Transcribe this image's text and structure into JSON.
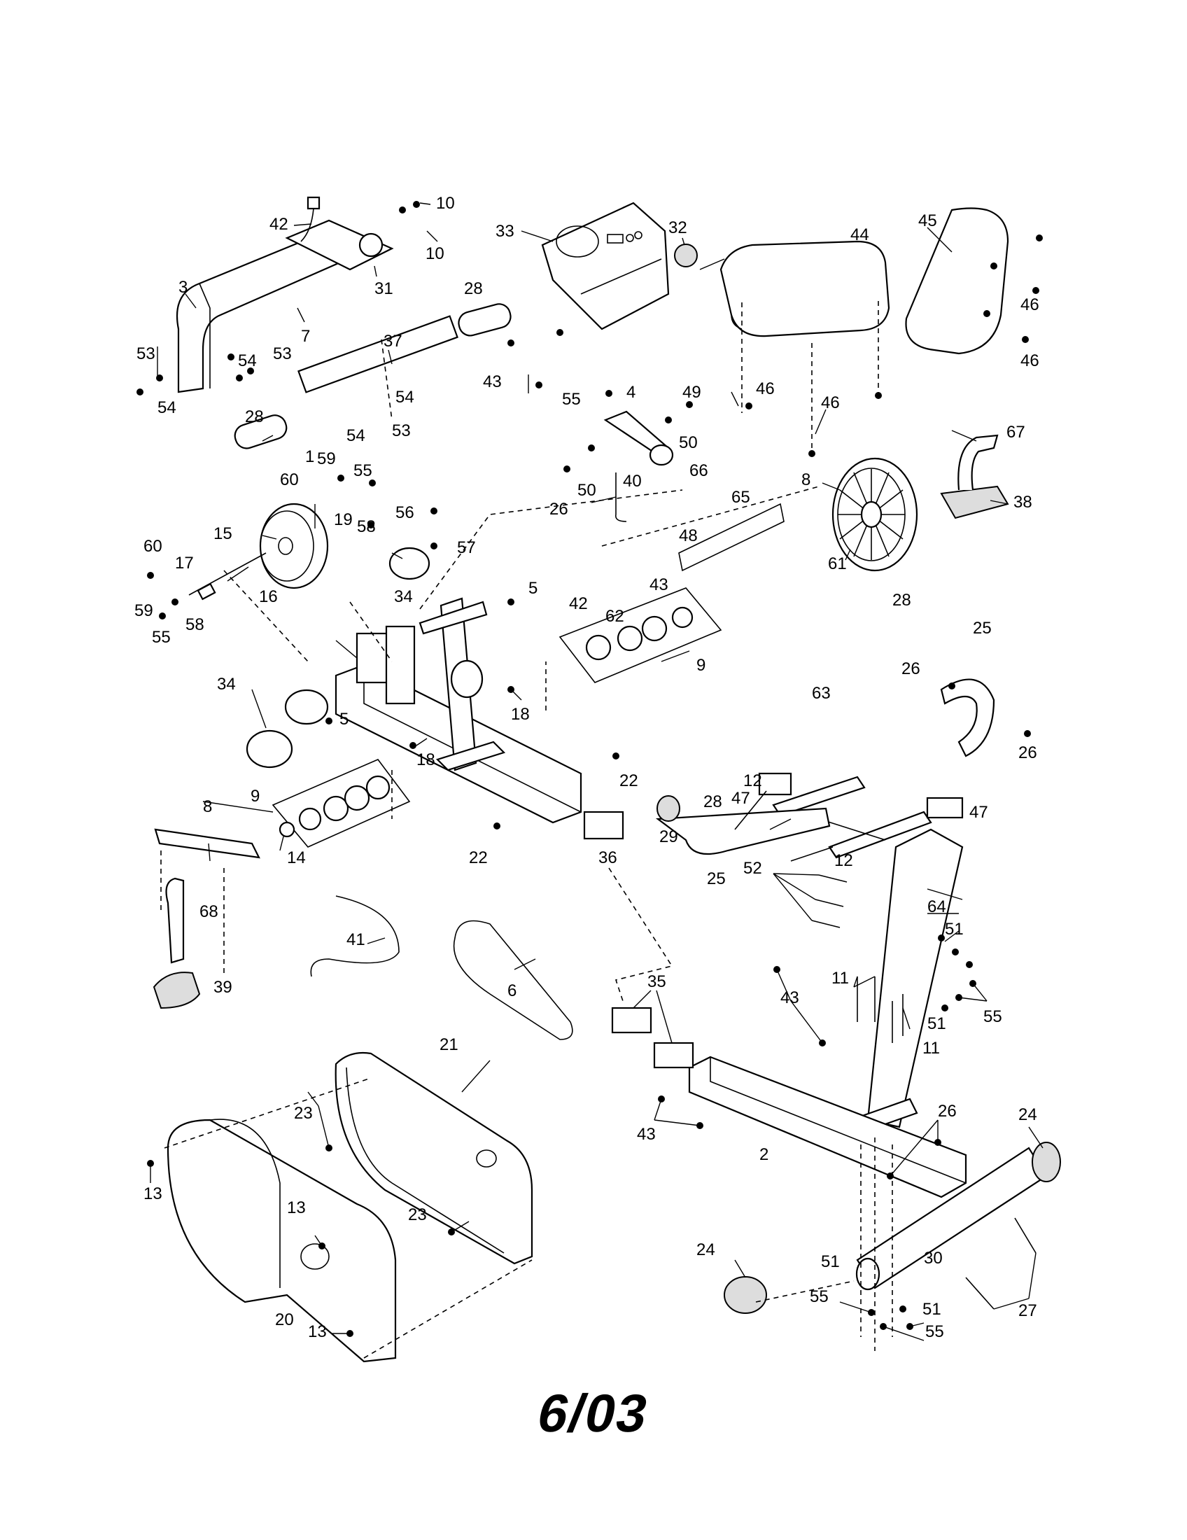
{
  "footer": {
    "date_code": "6/03"
  },
  "callouts": [
    "1",
    "2",
    "3",
    "4",
    "5",
    "6",
    "7",
    "8",
    "9",
    "10",
    "11",
    "12",
    "13",
    "14",
    "15",
    "16",
    "17",
    "18",
    "19",
    "20",
    "21",
    "22",
    "23",
    "24",
    "25",
    "26",
    "27",
    "28",
    "29",
    "30",
    "31",
    "32",
    "33",
    "34",
    "35",
    "36",
    "37",
    "38",
    "39",
    "40",
    "41",
    "42",
    "43",
    "44",
    "45",
    "46",
    "47",
    "48",
    "49",
    "50",
    "51",
    "52",
    "53",
    "54",
    "55",
    "56",
    "57",
    "58",
    "59",
    "60",
    "61",
    "62",
    "63",
    "64",
    "65",
    "66",
    "67",
    "68"
  ]
}
